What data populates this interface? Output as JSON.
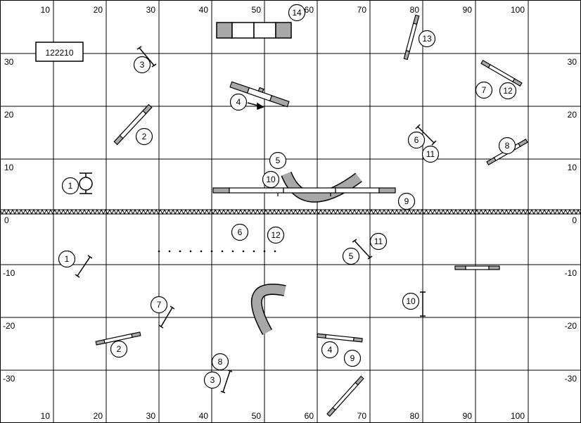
{
  "course_id": "122210",
  "colors": {
    "grid": "#000000",
    "gray": "#a8a8a8",
    "background": "#ffffff"
  },
  "axes": {
    "bottom_x": [
      "10",
      "20",
      "30",
      "40",
      "50",
      "60",
      "70",
      "80",
      "90",
      "100"
    ],
    "top_x": [
      "10",
      "20",
      "30",
      "40",
      "50",
      "60",
      "70",
      "80",
      "90",
      "100"
    ],
    "upper_left_y": [
      "30",
      "20",
      "10"
    ],
    "upper_right_y": [
      "30",
      "20",
      "10"
    ],
    "lower_left_y": [
      "0",
      "-10",
      "-20",
      "-30"
    ],
    "lower_right_y": [
      "0",
      "-10",
      "-20",
      "-30"
    ]
  },
  "upper_course": {
    "numbers": [
      "1",
      "2",
      "3",
      "4",
      "5",
      "6",
      "7",
      "8",
      "9",
      "10",
      "11",
      "12",
      "13",
      "14"
    ]
  },
  "lower_course": {
    "numbers": [
      "1",
      "2",
      "3",
      "4",
      "5",
      "6",
      "7",
      "8",
      "9",
      "10",
      "11",
      "12"
    ]
  }
}
